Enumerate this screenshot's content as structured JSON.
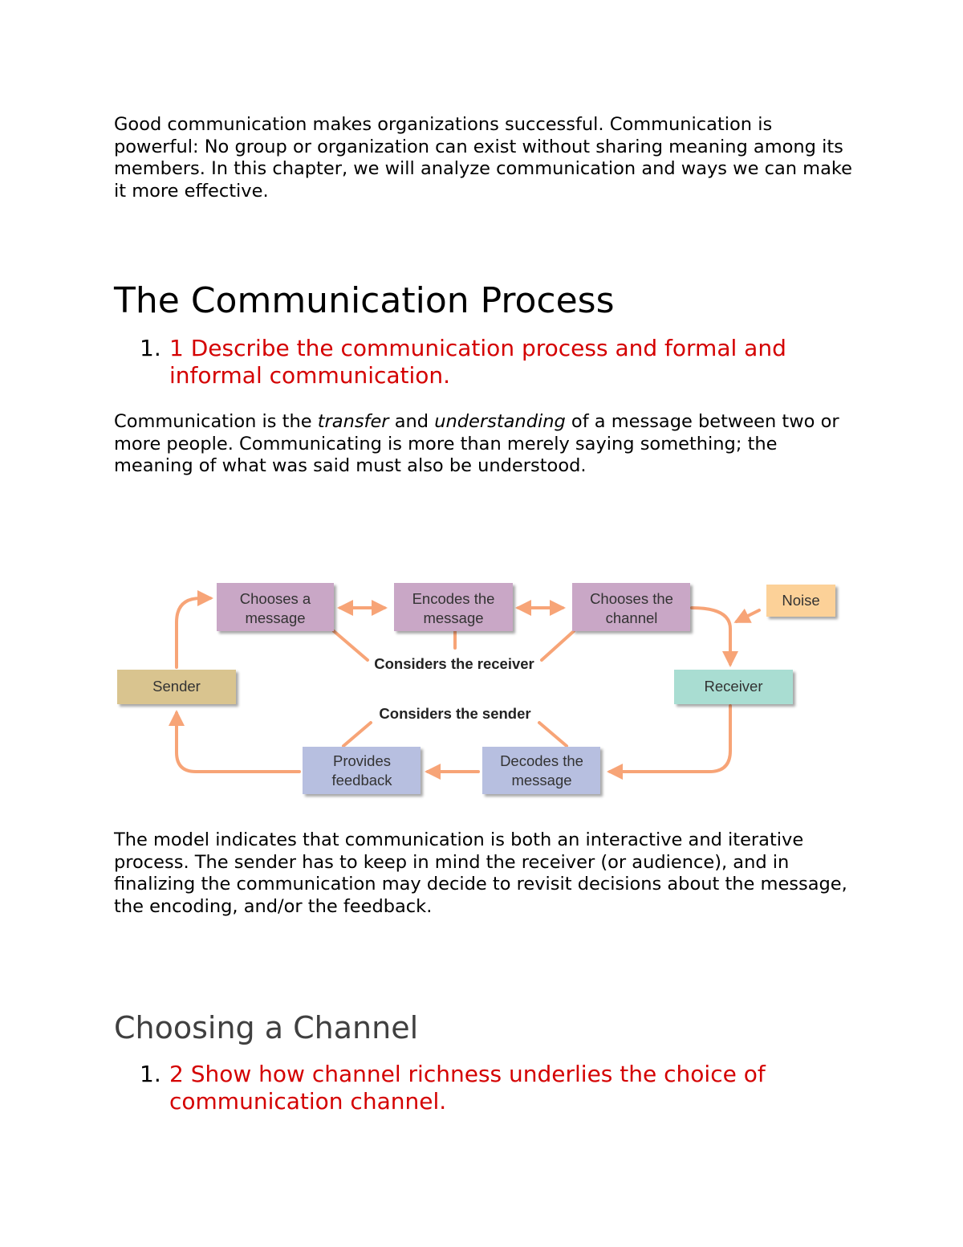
{
  "intro": "Good communication makes organizations successful. Communication is powerful: No group or organization can exist without sharing meaning among its members. In this chapter, we will analyze communication and ways we can make it more effective.",
  "section1": {
    "title": "The Communication Process",
    "objective_number": "1.",
    "objective_text": "1 Describe the communication process and formal and informal communication.",
    "body": {
      "p1": "Communication is the ",
      "em1": "transfer",
      "p2": " and ",
      "em2": "understanding",
      "p3": " of a message between two or more people. Communicating is more than merely saying something; the meaning of what was said must also be understood."
    }
  },
  "diagram": {
    "boxes": {
      "choose_message": [
        "Chooses a",
        "message"
      ],
      "encode": [
        "Encodes the",
        "message"
      ],
      "choose_channel": [
        "Chooses the",
        "channel"
      ],
      "noise": [
        "Noise"
      ],
      "sender": [
        "Sender"
      ],
      "receiver": [
        "Receiver"
      ],
      "feedback": [
        "Provides",
        "feedback"
      ],
      "decode": [
        "Decodes the",
        "message"
      ]
    },
    "considers_receiver": "Considers the receiver",
    "considers_sender": "Considers the sender",
    "colors": {
      "purple": "#c9a7c6",
      "blue": "#b7bfe0",
      "tan": "#d9c48f",
      "teal": "#a9ddd2",
      "orange": "#fcd198",
      "arrow": "#f7a477"
    }
  },
  "model_text": "The model indicates that communication is both an interactive and iterative process. The sender has to keep in mind the receiver (or audience), and in finalizing the communication may decide to revisit decisions about the message, the encoding, and/or the feedback.",
  "section2": {
    "title": "Choosing a Channel",
    "objective_number": "1.",
    "objective_text": "2 Show how channel richness underlies the choice of communication channel."
  }
}
